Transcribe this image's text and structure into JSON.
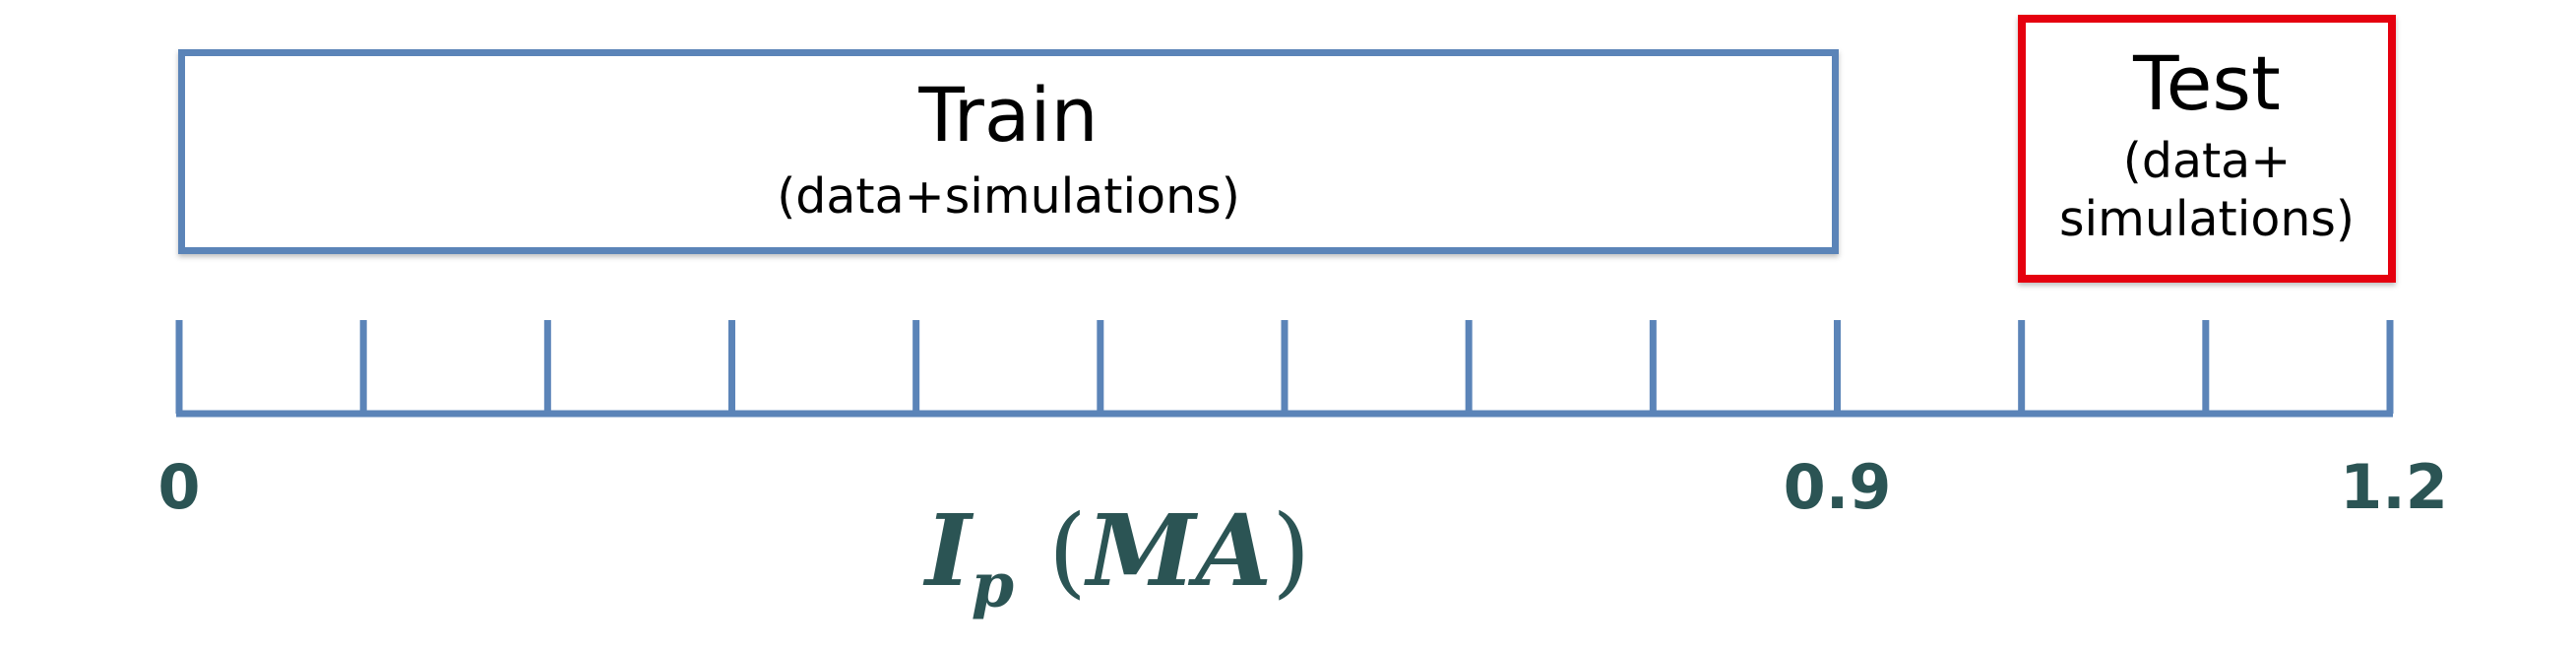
{
  "train": {
    "title": "Train",
    "subtitle": "(data+simulations)"
  },
  "test": {
    "title": "Test",
    "subtitle": "(data+ simulations)"
  },
  "axis": {
    "tick_labels": [
      "0",
      "0.9",
      "1.2"
    ],
    "tick_label_values": [
      0,
      0.9,
      1.2
    ],
    "range": [
      0,
      1.2
    ],
    "tick_step": 0.1,
    "title_main": "I",
    "title_sub": "p",
    "title_unit": "MA",
    "train_range": [
      0,
      0.9
    ],
    "test_range": [
      1.0,
      1.2
    ]
  },
  "colors": {
    "axis": "#5b84b8",
    "train_border": "#5b84b8",
    "test_border": "#e5000f",
    "label": "#2b5454"
  }
}
